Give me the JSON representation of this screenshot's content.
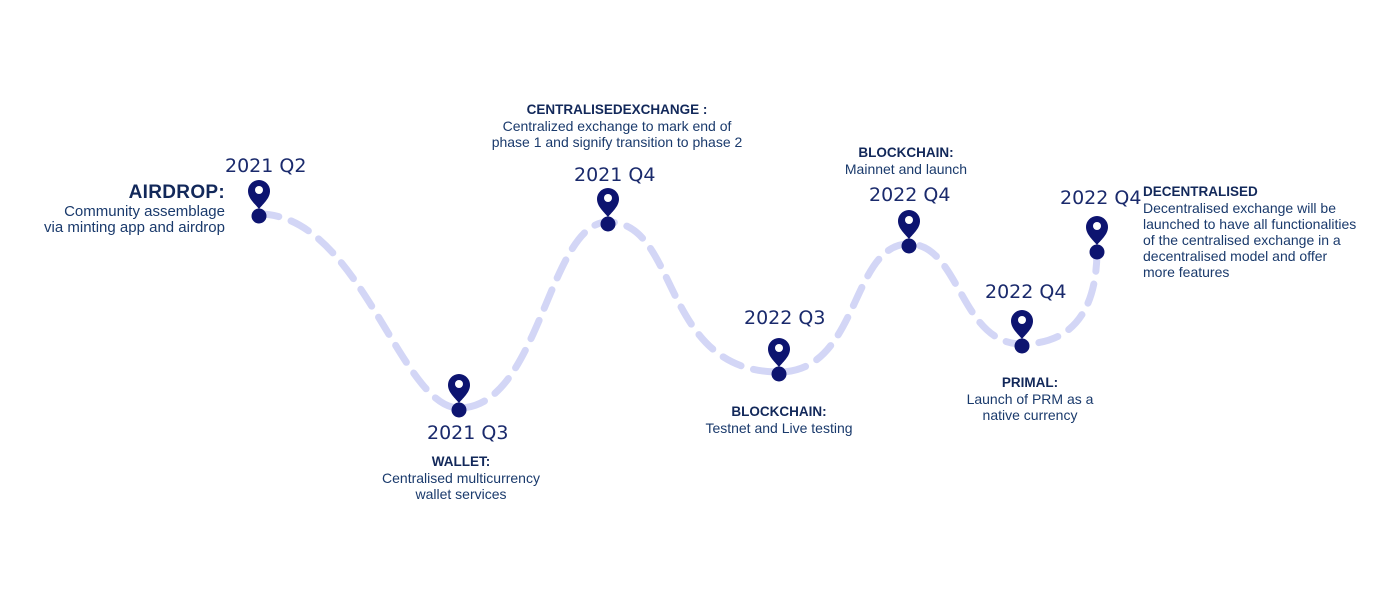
{
  "colors": {
    "path": "#d3d6f6",
    "pin": "#0d1470",
    "text": "#1a3a6c"
  },
  "milestones": [
    {
      "date": "2021 Q2",
      "title": "AIRDROP:",
      "lines": [
        "Community assemblage",
        "via minting app and airdrop"
      ]
    },
    {
      "date": "2021 Q3",
      "title": "WALLET:",
      "lines": [
        "Centralised multicurrency",
        "wallet services"
      ]
    },
    {
      "date": "2021 Q4",
      "title": "CENTRALISEDEXCHANGE :",
      "lines": [
        "Centralized exchange to mark end of",
        "phase 1 and signify transition to phase 2"
      ]
    },
    {
      "date": "2022 Q3",
      "title": "BLOCKCHAIN:",
      "lines": [
        "Testnet and Live testing"
      ]
    },
    {
      "date": "2022 Q4",
      "title": "BLOCKCHAIN:",
      "lines": [
        "Mainnet and launch"
      ]
    },
    {
      "date": "2022 Q4",
      "title": "PRIMAL:",
      "lines": [
        "Launch of PRM as a",
        "native currency"
      ]
    },
    {
      "date": "2022 Q4",
      "title": "DECENTRALISED",
      "lines": [
        "Decentralised exchange will be",
        "launched to have all functionalities",
        "of the centralised exchange in a",
        "decentralised model and offer",
        "more features"
      ]
    }
  ]
}
